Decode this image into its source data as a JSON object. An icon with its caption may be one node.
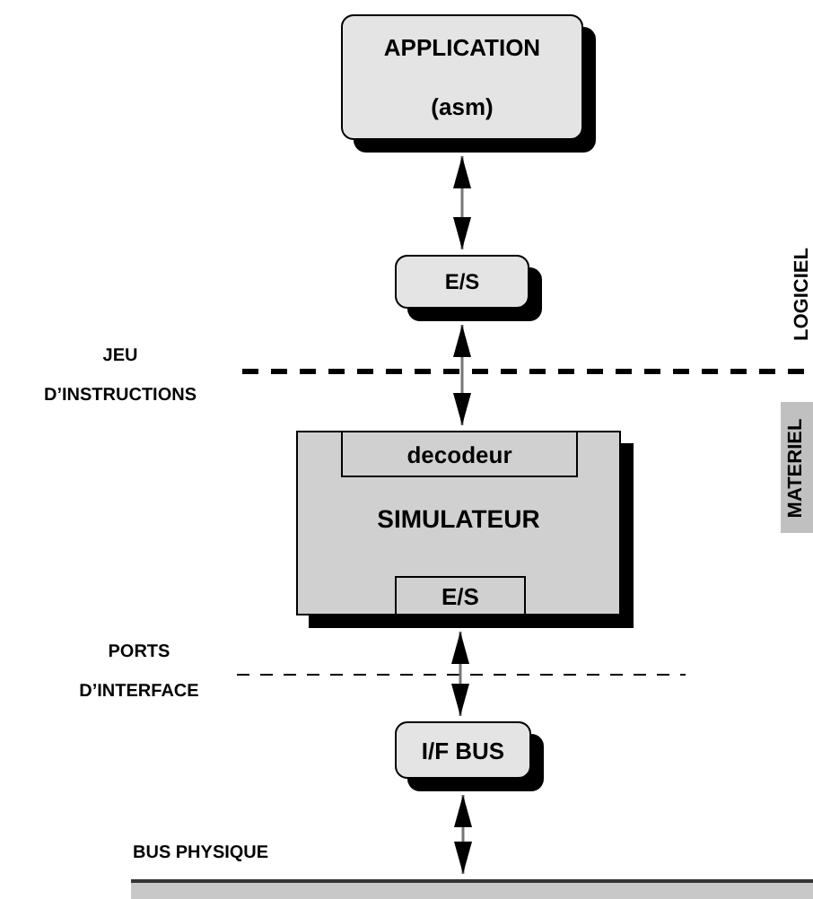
{
  "diagram": {
    "nodes": [
      {
        "text": [
          "APPLICATION",
          "(asm)"
        ]
      },
      {
        "text": [
          "E/S"
        ]
      },
      {
        "text": [
          "SIMULATEUR"
        ]
      },
      {
        "text": [
          "decodeur"
        ],
        "in": 2
      },
      {
        "text": [
          "E/S"
        ],
        "in": 2
      },
      {
        "text": [
          "I/F BUS"
        ]
      },
      {
        "text": [],
        "shape": "bar",
        "beside": [
          "BUS PHYSIQUE"
        ]
      },
      {
        "text": [
          "MATERIEL"
        ]
      }
    ],
    "edges": [
      {
        "from": 0,
        "to": 1,
        "arrow": "both"
      },
      {
        "from": 1,
        "to": 3,
        "arrow": "both"
      },
      {
        "from": 4,
        "to": 5,
        "arrow": "both"
      },
      {
        "from": 5,
        "to": 6,
        "arrow": "both"
      }
    ],
    "labels": [
      "JEU D’INSTRUCTIONS",
      "LOGICIEL",
      "PORTS D’INTERFACE"
    ]
  }
}
